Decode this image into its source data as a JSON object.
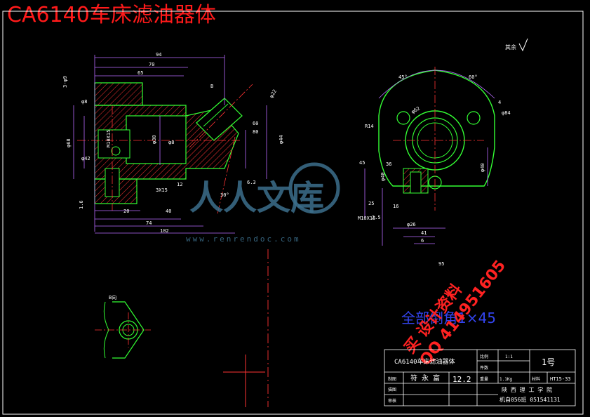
{
  "title": "CA6140车床滤油器体",
  "colors": {
    "background": "#000000",
    "frame": "#ffffff",
    "outline": "#33ff33",
    "dimension": "#b86bff",
    "hatch": "#ff3333",
    "center": "#ff3333",
    "text": "#ffffff",
    "watermark_red": "#ff2222",
    "watermark_blue": "#3c6f8c",
    "yellow": "#ffff33"
  },
  "dimensions": {
    "top": [
      "94",
      "70",
      "65"
    ],
    "bottom": [
      "20",
      "40",
      "74",
      "102"
    ],
    "left": [
      "3-φ9",
      "φ8",
      "φ68",
      "φ42",
      "1.6"
    ],
    "middle": [
      "φ30",
      "3X15",
      "12",
      "30°",
      "φ8",
      "M10X15"
    ],
    "right_section": [
      "60",
      "80",
      "φ22",
      "φ44",
      "6.3"
    ],
    "side_view": [
      "φ84",
      "4",
      "φ62",
      "φ26",
      "41",
      "6",
      "60°",
      "45°",
      "R14",
      "36",
      "φ40",
      "16",
      "25",
      "φ40",
      "M10X15",
      "45",
      "2.5",
      "95"
    ],
    "detail_b": [
      "B向"
    ],
    "other_marks": [
      "B"
    ]
  },
  "roughness_note": "其余",
  "watermark": {
    "brand": "人人文库",
    "url": "www.renrendoc.com",
    "line1": "买  设计资料",
    "line2": "QQ 414951605"
  },
  "corner_note": "全部倒角1×45",
  "title_block": {
    "part_name": "CA6140车床滤油器体",
    "scale_label": "比例",
    "scale_value": "1:1",
    "count_label": "件数",
    "sheet": "1号",
    "weight_label": "重量",
    "weight_value": "1.1Kg",
    "material_label": "材料",
    "material_value": "HT15-33",
    "designer_label": "制图",
    "designer_name": "符  永  富",
    "date": "12.2",
    "drawing_label": "描图",
    "review_label": "审核",
    "school": "陕 西 理 工 学 院",
    "class": "机自056班 051541131"
  }
}
